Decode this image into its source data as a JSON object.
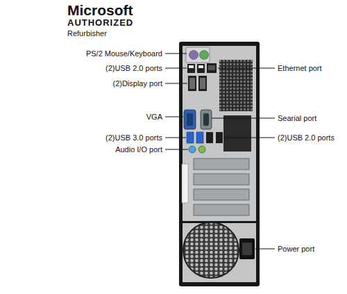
{
  "diagram": {
    "labels": [
      "Microsoft",
      "AUTHORIZED",
      "Refurbisher",
      "PS/2 Mouse/Keyboard",
      "(2)USB 2.0 ports",
      "(2)Display port",
      "VGA",
      "Ethernet port",
      "Searial port",
      "(2)USB 3.0 ports",
      "(2)USB 2.0 ports",
      "Audio I/O port",
      "Power port"
    ]
  }
}
